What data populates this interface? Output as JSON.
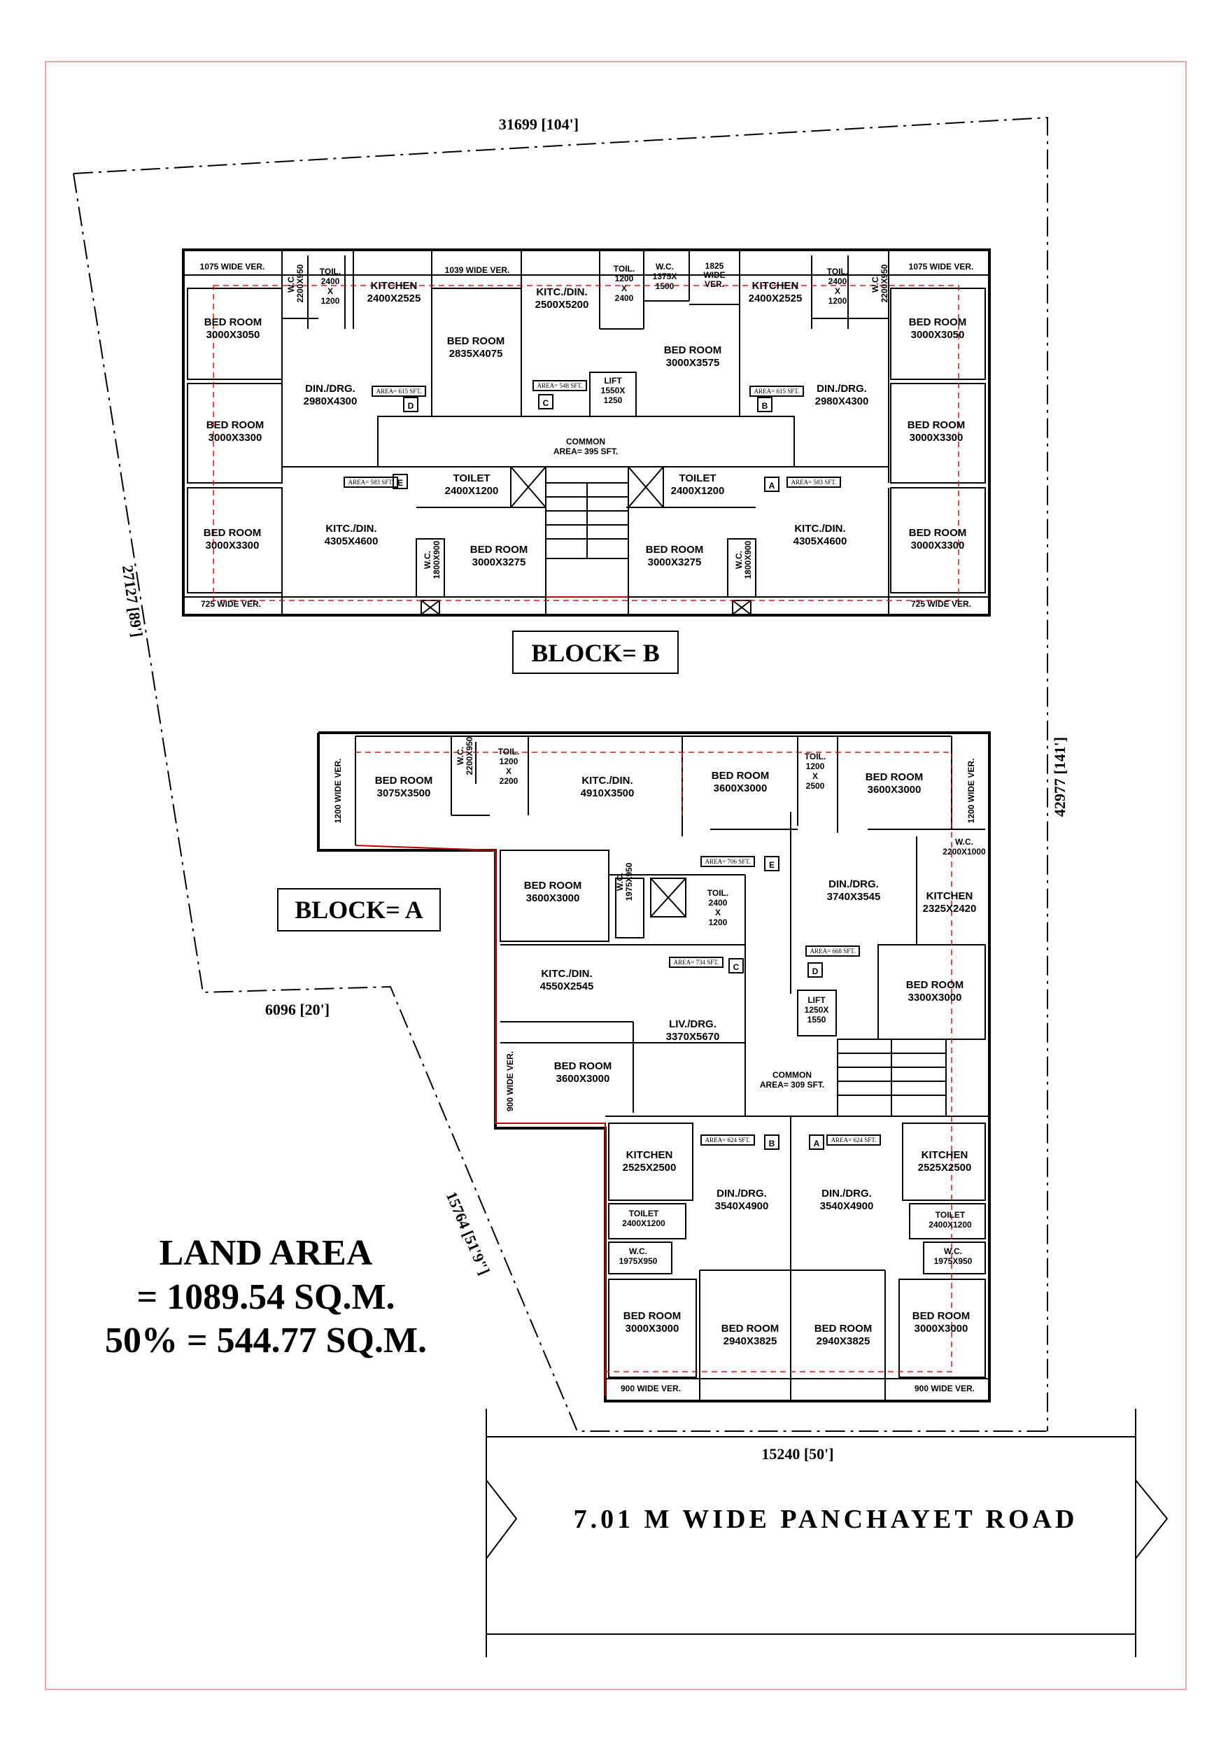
{
  "plot": {
    "dims": {
      "top": "31699 [104']",
      "left": "27127 [89']",
      "right": "42977 [141']",
      "notch": "6096 [20']",
      "diagonal": "15764 [51'9\"]",
      "bottom": "15240 [50']"
    }
  },
  "road": {
    "label": "7.01 M WIDE PANCHAYET ROAD"
  },
  "land_area": {
    "line1": "LAND AREA",
    "line2": "= 1089.54 SQ.M.",
    "line3": "50% = 544.77 SQ.M."
  },
  "block_b": {
    "title": "BLOCK= B",
    "verandas": [
      "1075 WIDE VER.",
      "1039 WIDE VER.",
      "1825",
      "WIDE",
      "VER.",
      "1075 WIDE VER.",
      "725 WIDE VER.",
      "725 WIDE VER."
    ],
    "rooms": [
      [
        "BED ROOM",
        "3000X3050"
      ],
      [
        "W.C.",
        "2200X950"
      ],
      [
        "TOIL.",
        "2400",
        "X",
        "1200"
      ],
      [
        "KITCHEN",
        "2400X2525"
      ],
      [
        "BED ROOM",
        "2835X4075"
      ],
      [
        "KITC./DIN.",
        "2500X5200"
      ],
      [
        "TOIL.",
        "1200",
        "X",
        "2400"
      ],
      [
        "W.C.",
        "1375X",
        "1500"
      ],
      [
        "BED ROOM",
        "3000X3575"
      ],
      [
        "KITCHEN",
        "2400X2525"
      ],
      [
        "TOIL.",
        "2400",
        "X",
        "1200"
      ],
      [
        "W.C.",
        "2200X950"
      ],
      [
        "BED ROOM",
        "3000X3050"
      ],
      [
        "DIN./DRG.",
        "2980X4300"
      ],
      [
        "LIFT",
        "1550X",
        "1250"
      ],
      [
        "DIN./DRG.",
        "2980X4300"
      ],
      [
        "BED ROOM",
        "3000X3300"
      ],
      [
        "BED ROOM",
        "3000X3300"
      ],
      [
        "COMMON",
        "AREA= 395 SFT."
      ],
      [
        "TOILET",
        "2400X1200"
      ],
      [
        "TOILET",
        "2400X1200"
      ],
      [
        "BED ROOM",
        "3000X3300"
      ],
      [
        "KITC./DIN.",
        "4305X4600"
      ],
      [
        "BED ROOM",
        "3000X3275"
      ],
      [
        "W.C.",
        "1800X900"
      ],
      [
        "BED ROOM",
        "3000X3275"
      ],
      [
        "W.C.",
        "1800X900"
      ],
      [
        "KITC./DIN.",
        "4305X4600"
      ],
      [
        "BED ROOM",
        "3000X3300"
      ]
    ],
    "tags": [
      "AREA= 615 SFT.",
      "AREA= 548 SFT.",
      "AREA= 615 SFT.",
      "AREA= 583 SFT.",
      "AREA= 583 SFT."
    ],
    "flats": [
      "D",
      "C",
      "B",
      "E",
      "A"
    ]
  },
  "block_a": {
    "title": "BLOCK= A",
    "verandas": [
      "1200 WIDE VER.",
      "1200 WIDE VER.",
      "900 WIDE VER.",
      "900 WIDE VER.",
      "900 WIDE VER."
    ],
    "rooms": [
      [
        "BED ROOM",
        "3075X3500"
      ],
      [
        "W.C.",
        "2200X950"
      ],
      [
        "TOIL.",
        "1200",
        "X",
        "2200"
      ],
      [
        "KITC./DIN.",
        "4910X3500"
      ],
      [
        "BED ROOM",
        "3600X3000"
      ],
      [
        "TOIL.",
        "1200",
        "X",
        "2500"
      ],
      [
        "BED ROOM",
        "3600X3000"
      ],
      [
        "W.C.",
        "2200X1000"
      ],
      [
        "BED ROOM",
        "3600X3000"
      ],
      [
        "W.C.",
        "1975X950"
      ],
      [
        "TOIL.",
        "2400",
        "X",
        "1200"
      ],
      [
        "DIN./DRG.",
        "3740X3545"
      ],
      [
        "KITCHEN",
        "2325X2420"
      ],
      [
        "KITC./DIN.",
        "4550X2545"
      ],
      [
        "LIV./DRG.",
        "3370X5670"
      ],
      [
        "BED ROOM",
        "3300X3000"
      ],
      [
        "LIFT",
        "1250X",
        "1550"
      ],
      [
        "BED ROOM",
        "3600X3000"
      ],
      [
        "COMMON",
        "AREA= 309 SFT."
      ],
      [
        "KITCHEN",
        "2525X2500"
      ],
      [
        "DIN./DRG.",
        "3540X4900"
      ],
      [
        "DIN./DRG.",
        "3540X4900"
      ],
      [
        "KITCHEN",
        "2525X2500"
      ],
      [
        "TOILET",
        "2400X1200"
      ],
      [
        "TOILET",
        "2400X1200"
      ],
      [
        "W.C.",
        "1975X950"
      ],
      [
        "W.C.",
        "1975X950"
      ],
      [
        "BED ROOM",
        "3000X3000"
      ],
      [
        "BED ROOM",
        "2940X3825"
      ],
      [
        "BED ROOM",
        "2940X3825"
      ],
      [
        "BED ROOM",
        "3000X3000"
      ]
    ],
    "tags": [
      "AREA= 706 SFT.",
      "AREA= 734 SFT.",
      "AREA= 668 SFT.",
      "AREA= 624 SFT.",
      "AREA= 624 SFT."
    ],
    "flats": [
      "E",
      "C",
      "D",
      "B",
      "A"
    ]
  },
  "colors": {
    "wall": "#000000",
    "red_line": "#dd1111",
    "sheet_border": "#ee8888"
  }
}
